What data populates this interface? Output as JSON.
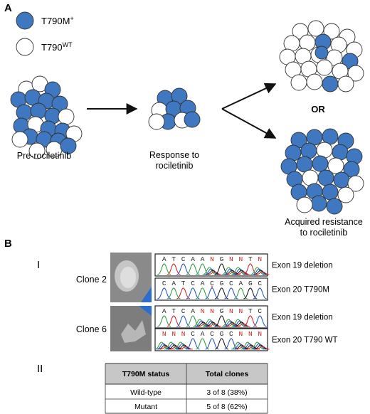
{
  "colors": {
    "mutant_fill": "#3f78c0",
    "wildtype_fill": "#ffffff",
    "cell_stroke": "#333333",
    "mismatch_base": "#d62020",
    "trace_a": "#2e9a3c",
    "trace_c": "#2050c8",
    "trace_g": "#111111",
    "trace_t": "#d02020",
    "table_header_bg": "#c7c7c7"
  },
  "panel_a": {
    "letter": "A",
    "legend": {
      "mutant": {
        "label": "T790M",
        "superscript": "+"
      },
      "wildtype": {
        "label": "T790",
        "superscript": "WT"
      }
    },
    "stages": {
      "pre": "Pre-rociletinib",
      "response_line1": "Response to",
      "response_line2": "rociletinib",
      "or_label": "OR",
      "acquired_line1": "Acquired resistance",
      "acquired_line2": "to rociletinib"
    }
  },
  "panel_b": {
    "letter": "B",
    "section_one": "I",
    "section_two": "II",
    "clones": [
      {
        "name": "Clone 2",
        "tracks": [
          {
            "bases": [
              "A",
              "T",
              "C",
              "A",
              "A",
              "N",
              "G",
              "N",
              "N",
              "T",
              "N"
            ],
            "highlight": [
              5,
              7,
              8,
              10
            ],
            "label": "Exon 19 deletion"
          },
          {
            "bases": [
              "C",
              "A",
              "T",
              "C",
              "A",
              "C",
              "G",
              "C",
              "A",
              "G",
              "C"
            ],
            "highlight": [],
            "star_index": 5,
            "label": "Exon 20 T790M"
          }
        ]
      },
      {
        "name": "Clone 6",
        "tracks": [
          {
            "bases": [
              "A",
              "T",
              "C",
              "A",
              "N",
              "N",
              "G",
              "N",
              "N",
              "T",
              "C"
            ],
            "highlight": [
              4,
              5,
              7,
              8
            ],
            "label": "Exon 19 deletion"
          },
          {
            "bases": [
              "N",
              "N",
              "N",
              "C",
              "A",
              "C",
              "G",
              "C",
              "N",
              "N",
              "N"
            ],
            "highlight": [
              0,
              1,
              2,
              8,
              9,
              10
            ],
            "label": "Exon 20 T790 WT"
          }
        ]
      }
    ],
    "table": {
      "headers": [
        "T790M status",
        "Total clones"
      ],
      "rows": [
        [
          "Wild-type",
          "3 of 8 (38%)"
        ],
        [
          "Mutant",
          "5 of 8 (62%)"
        ]
      ]
    }
  }
}
